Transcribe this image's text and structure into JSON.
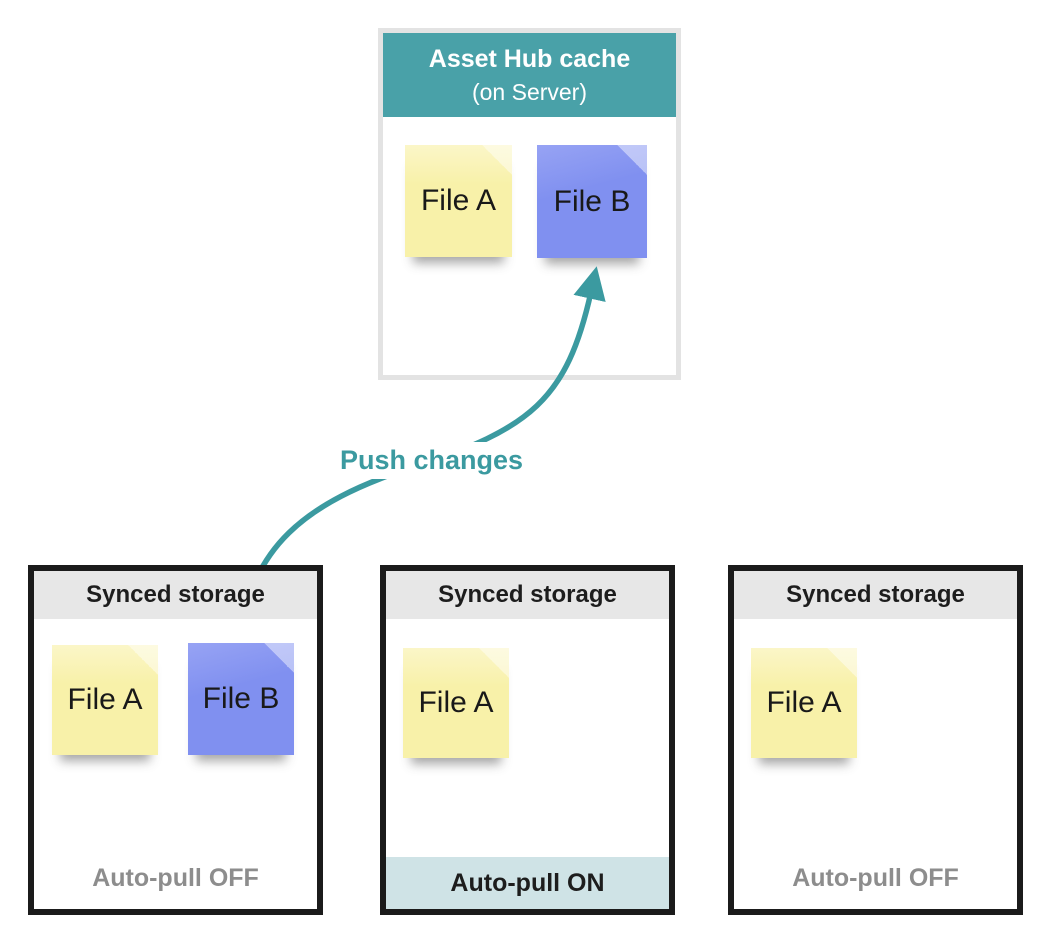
{
  "colors": {
    "teal": "#49a1a8",
    "arrow": "#3b9aa0",
    "yellow": "#f8f1a9",
    "yellow-light": "#fbf6c8",
    "blue": "#8090f0",
    "blue-light": "#97a3f4",
    "box-border": "#1b1b1b",
    "box-header-bg": "#e7e7e7",
    "hub-border": "#e3e3e3",
    "footer-on-bg": "#cfe3e6",
    "footer-off-text": "#8d8d8d",
    "text-dark": "#1d1d1d"
  },
  "hub": {
    "title": "Asset Hub cache",
    "subtitle": "(on Server)",
    "files": [
      {
        "label": "File A",
        "color": "yellow"
      },
      {
        "label": "File B",
        "color": "blue"
      }
    ]
  },
  "arrow": {
    "label": "Push changes"
  },
  "storages": [
    {
      "title": "Synced storage",
      "files": [
        {
          "label": "File A",
          "color": "yellow"
        },
        {
          "label": "File B",
          "color": "blue"
        }
      ],
      "footer": "Auto-pull OFF",
      "auto_pull": "OFF"
    },
    {
      "title": "Synced storage",
      "files": [
        {
          "label": "File A",
          "color": "yellow"
        }
      ],
      "footer": "Auto-pull ON",
      "auto_pull": "ON"
    },
    {
      "title": "Synced storage",
      "files": [
        {
          "label": "File A",
          "color": "yellow"
        }
      ],
      "footer": "Auto-pull OFF",
      "auto_pull": "OFF"
    }
  ]
}
